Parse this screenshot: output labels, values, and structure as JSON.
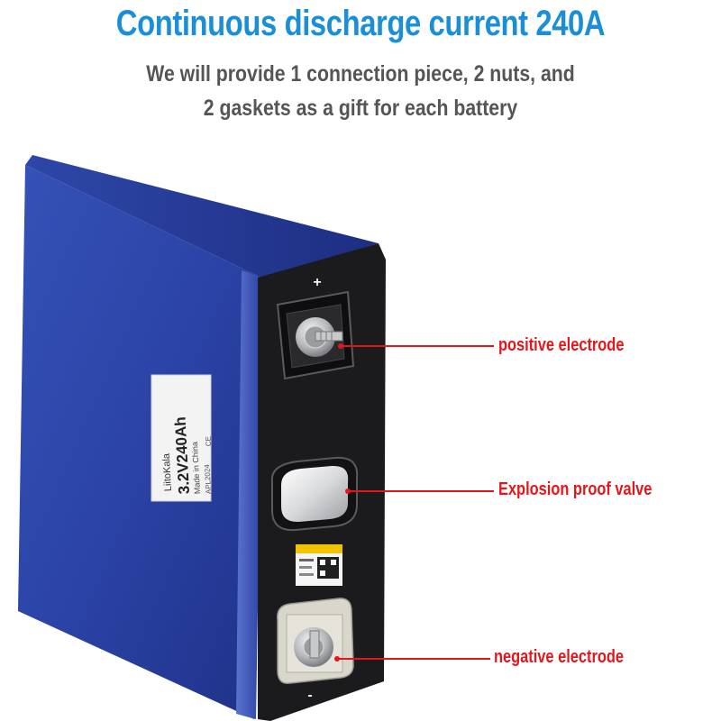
{
  "headline": "Continuous discharge current 240A",
  "subtitle_line1": "We will provide 1 connection piece, 2 nuts, and",
  "subtitle_line2": "2 gaskets as a gift for each battery",
  "callouts": {
    "positive": "positive electrode",
    "valve": "Explosion proof valve",
    "negative": "negative electrode"
  },
  "terminal_marks": {
    "plus": "+",
    "minus": "-"
  },
  "label_text": [
    "LiitoKala",
    "3.2V240Ah",
    "Made in China",
    "APL2024",
    "CE"
  ],
  "colors": {
    "headline": "#1a8fd8",
    "subtitle": "#555555",
    "callout": "#e4161c",
    "casing": "#2a3fa0",
    "end_plate": "#1b1b1d"
  }
}
